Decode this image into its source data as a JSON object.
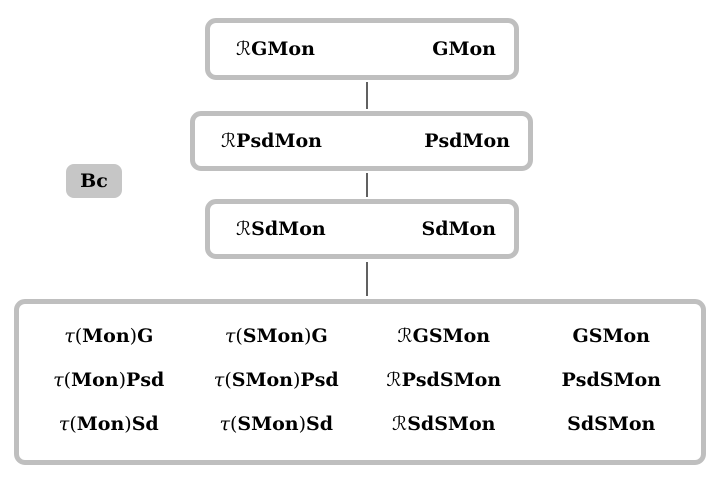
{
  "diagram": {
    "chip": {
      "label": "Bc"
    },
    "levels": [
      {
        "left": "ℛGMon",
        "right": "GMon"
      },
      {
        "left": "ℛPsdMon",
        "right": "PsdMon"
      },
      {
        "left": "ℛSdMon",
        "right": "SdMon"
      }
    ],
    "bottom": {
      "rows": [
        [
          "τ(Mon)G",
          "τ(SMon)G",
          "ℛGSMon",
          "GSMon"
        ],
        [
          "τ(Mon)Psd",
          "τ(SMon)Psd",
          "ℛPsdSMon",
          "PsdSMon"
        ],
        [
          "τ(Mon)Sd",
          "τ(SMon)Sd",
          "ℛSdSMon",
          "SdSMon"
        ]
      ]
    },
    "colors": {
      "box_border": "#bfbfbf",
      "connector": "#616161",
      "chip_bg": "#c6c6c6",
      "text": "#000000",
      "background": "#ffffff"
    }
  }
}
